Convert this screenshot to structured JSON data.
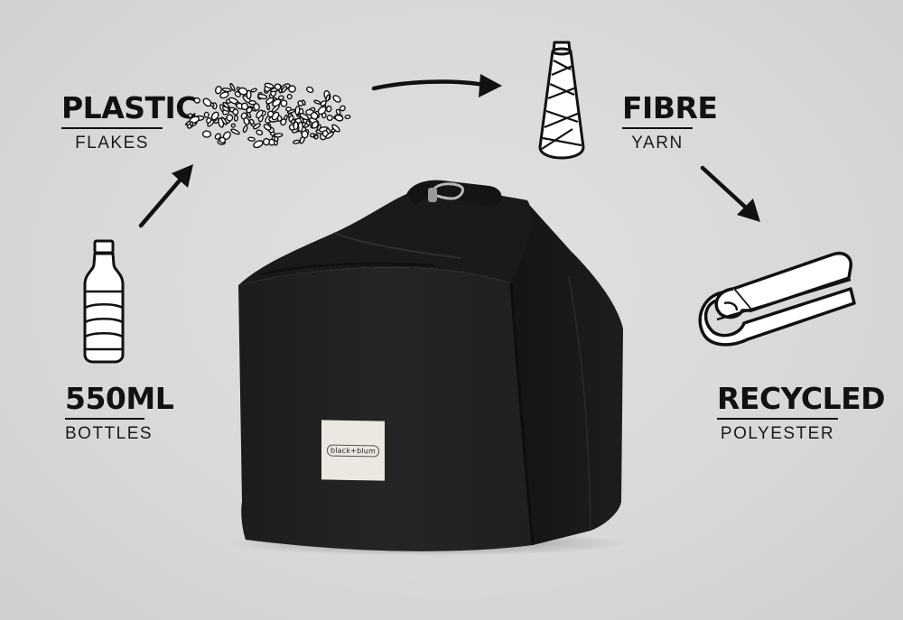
{
  "steps": {
    "bottles": {
      "title": "550ML",
      "subtitle": "BOTTLES",
      "icon": "plastic-bottle-icon"
    },
    "flakes": {
      "title": "PLASTIC",
      "subtitle": "FLAKES",
      "icon": "plastic-flakes-icon"
    },
    "fibre": {
      "title": "FIBRE",
      "subtitle": "YARN",
      "icon": "yarn-spool-icon"
    },
    "polyester": {
      "title": "RECYCLED",
      "subtitle": "POLYESTER",
      "icon": "folded-fabric-icon"
    }
  },
  "product": {
    "name": "lunch-bag",
    "brand_label": "black+blum",
    "color": "#1e1e1f"
  },
  "colors": {
    "background": "#d9d9d9",
    "ink": "#111111"
  }
}
